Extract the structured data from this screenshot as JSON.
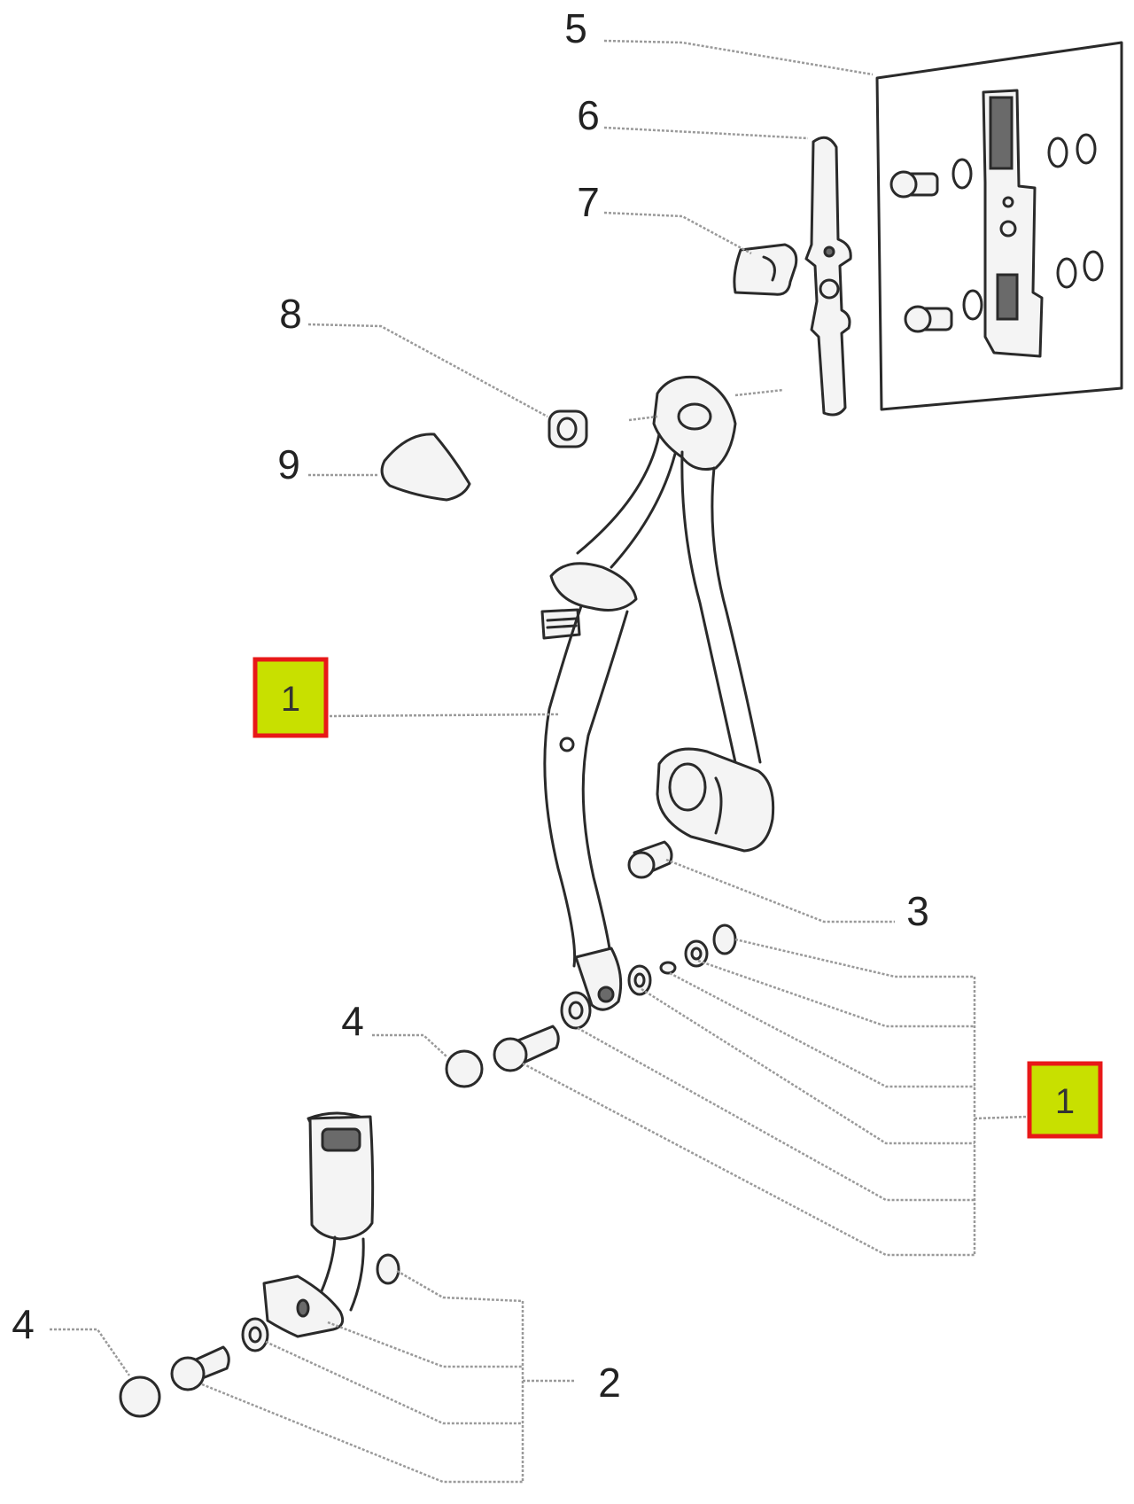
{
  "diagram": {
    "callouts": {
      "c5": "5",
      "c6": "6",
      "c7": "7",
      "c8": "8",
      "c9": "9",
      "c1_left": "1",
      "c1_right": "1",
      "c3": "3",
      "c4_mid": "4",
      "c4_low": "4",
      "c2": "2"
    },
    "highlight_color": "#c8e000",
    "highlight_border": "#e81818"
  }
}
